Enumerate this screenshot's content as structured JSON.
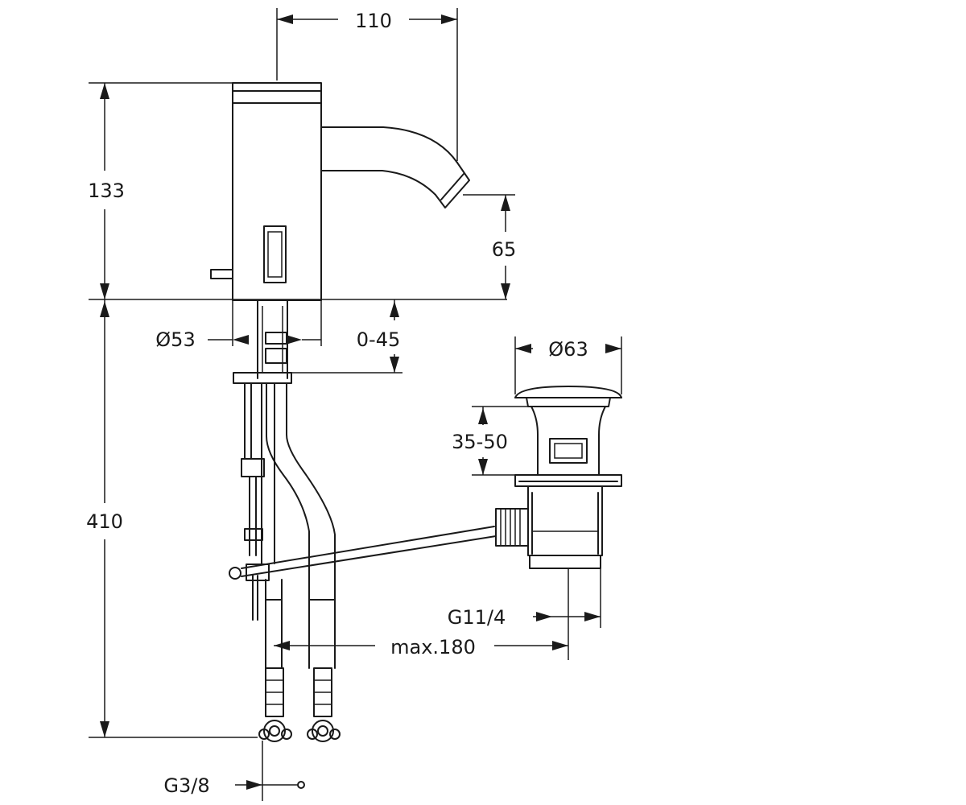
{
  "dimensions": {
    "width_110": "110",
    "height_133": "133",
    "height_65": "65",
    "height_410": "410",
    "dia_53": "Ø53",
    "range_0_45": "0-45",
    "dia_63": "Ø63",
    "range_35_50": "35-50",
    "thread_g114": "G11/4",
    "max_180": "max.180",
    "thread_g38": "G3/8"
  }
}
